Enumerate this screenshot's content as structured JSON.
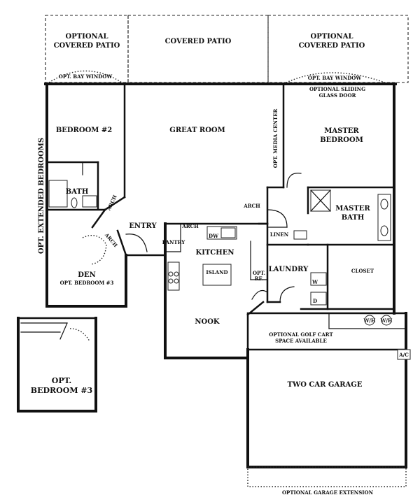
{
  "rooms": {
    "optional_covered_patio_left": [
      "OPTIONAL",
      "COVERED PATIO"
    ],
    "covered_patio": "COVERED PATIO",
    "optional_covered_patio_right": [
      "OPTIONAL",
      "COVERED PATIO"
    ],
    "opt_bay_window_left": "OPT. BAY WINDOW",
    "opt_bay_window_right": "OPT. BAY WINDOW",
    "optional_sliding_glass_door": [
      "OPTIONAL SLIDING",
      "GLASS DOOR"
    ],
    "bedroom2": "BEDROOM #2",
    "great_room": "GREAT ROOM",
    "master_bedroom": [
      "MASTER",
      "BEDROOM"
    ],
    "opt_media_center": "OPT. MEDIA CENTER",
    "opt_extended_bedrooms": "OPT. EXTENDED BEDROOMS",
    "bath": "BATH",
    "arch_1": "ARCH",
    "arch_2": "ARCH",
    "arch_3": "ARCH",
    "arch_4": "ARCH",
    "entry": "ENTRY",
    "pantry": "PANTRY",
    "dw": "DW",
    "kitchen": "KITCHEN",
    "island": "ISLAND",
    "linen": "LINEN",
    "master_bath": [
      "MASTER",
      "BATH"
    ],
    "opt_refrigerator": [
      "OPT.",
      "RF."
    ],
    "laundry": "LAUNDRY",
    "closet": "CLOSET",
    "washer": "W",
    "dryer": "D",
    "den": [
      "DEN",
      "OPT. BEDROOM #3"
    ],
    "nook": "NOOK",
    "water_heater_1": "W/H",
    "water_heater_2": "W/H",
    "optional_golf_cart": [
      "OPTIONAL GOLF CART",
      "SPACE AVAILABLE"
    ],
    "ac": "A/C",
    "opt_bedroom3": [
      "OPT.",
      "BEDROOM #3"
    ],
    "two_car_garage": "TWO CAR GARAGE",
    "optional_garage_extension": "OPTIONAL GARAGE EXTENSION"
  }
}
